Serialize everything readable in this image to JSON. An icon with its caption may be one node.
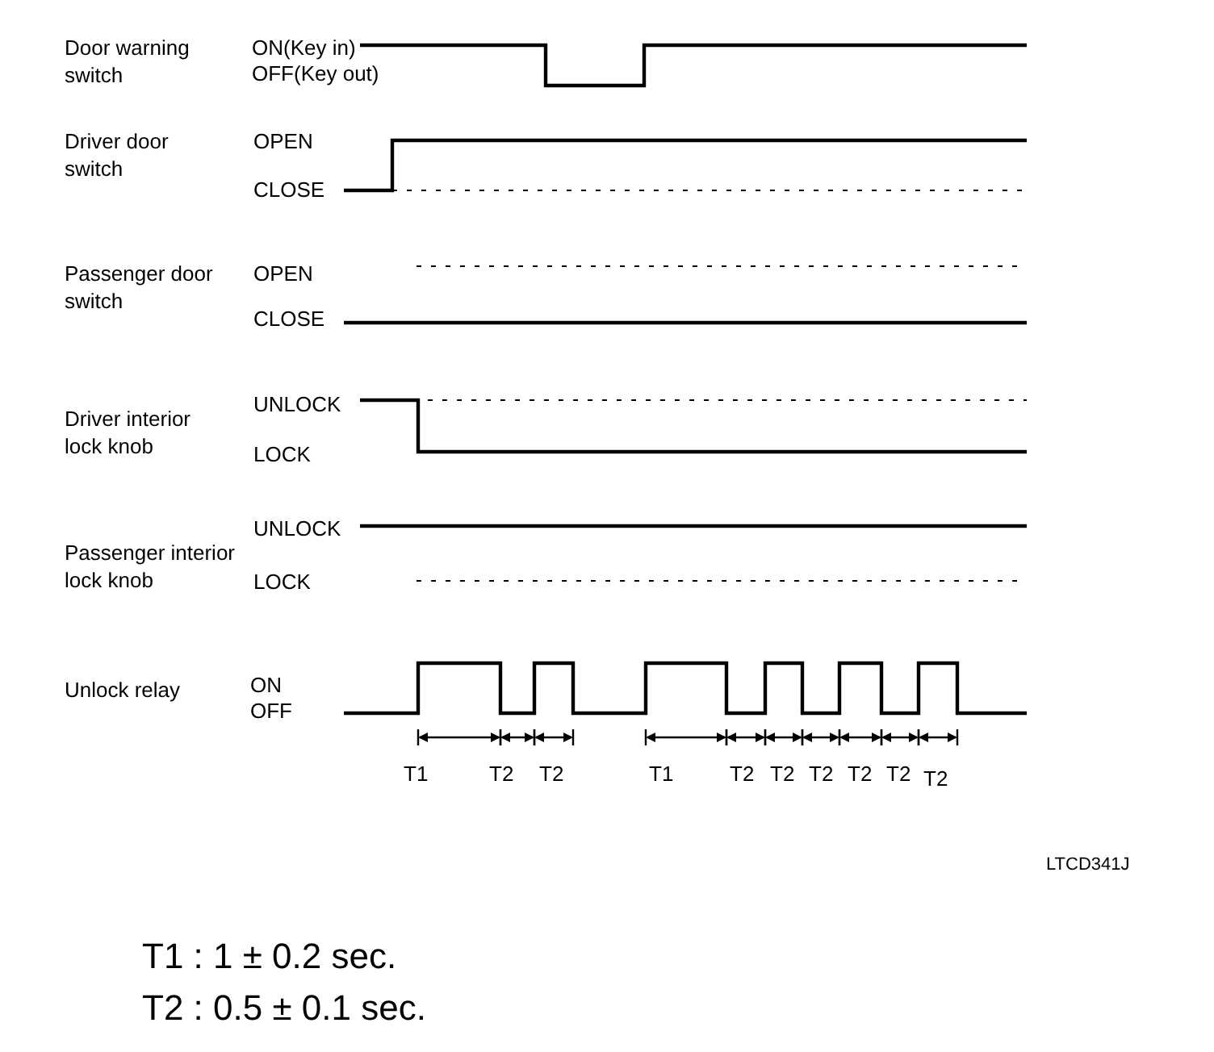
{
  "diagram": {
    "labels": [
      "Door warning switch",
      "ON(Key in)",
      "OFF(Key out)",
      "Driver door switch",
      "OPEN",
      "CLOSE",
      "Passenger door switch",
      "OPEN",
      "CLOSE",
      "Driver interior lock knob",
      "UNLOCK",
      "LOCK",
      "Passenger interior lock knob",
      "UNLOCK",
      "LOCK",
      "Unlock relay",
      "ON",
      "OFF",
      "T1",
      "T2",
      "T2",
      "T1",
      "T2",
      "T2",
      "T2",
      "T2",
      "T2",
      "T2",
      "LTCD341J",
      "T1 : 1 ± 0.2 sec.",
      "T2 : 0.5 ± 0.1 sec."
    ]
  }
}
